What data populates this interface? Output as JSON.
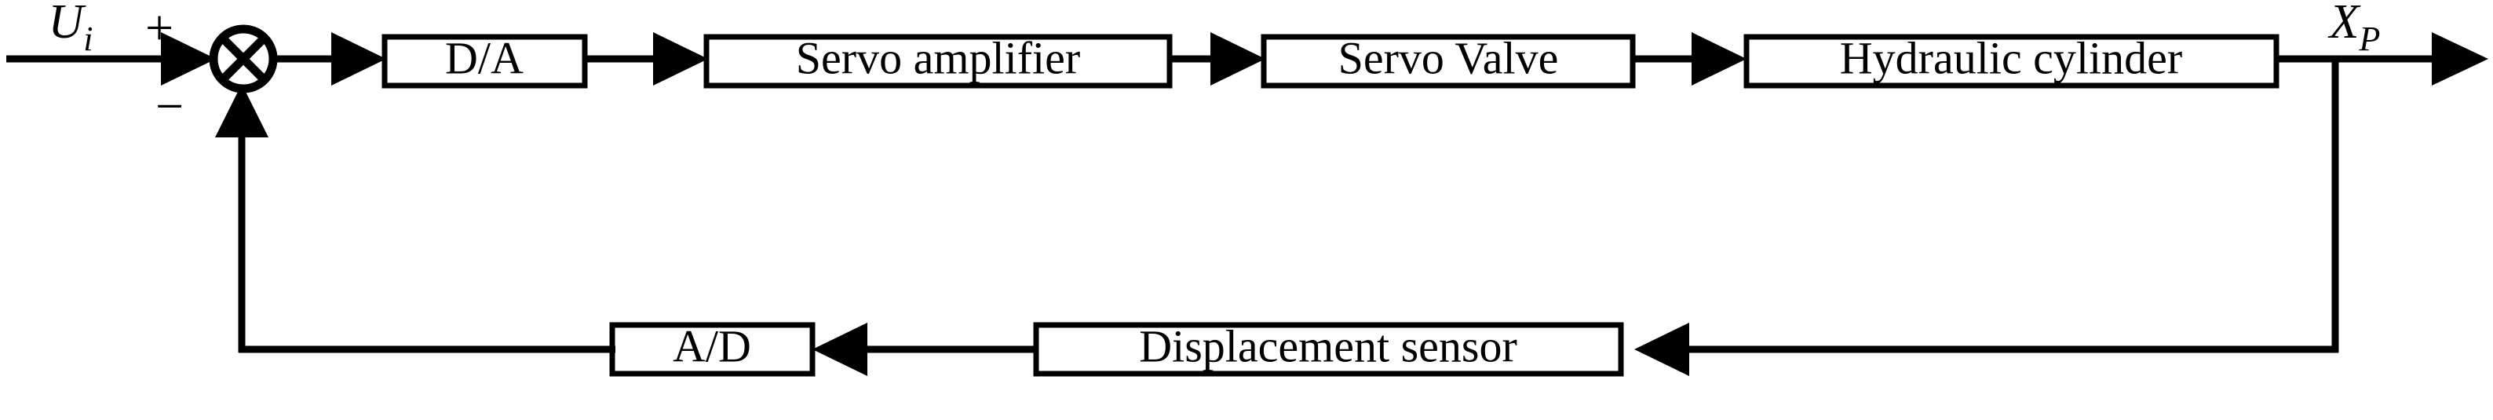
{
  "diagram": {
    "type": "control-system-block-diagram",
    "title": "Hydraulic servo closed-loop control block diagram",
    "background_color": "#ffffff",
    "line_color": "#000000",
    "signals": {
      "input": {
        "symbol": "U",
        "subscript": "i",
        "full": "Ui"
      },
      "output": {
        "symbol": "X",
        "subscript": "P",
        "full": "XP"
      }
    },
    "summing_junction": {
      "name": "summing-junction",
      "style": "circle-with-cross",
      "plus_sign": "+",
      "minus_sign": "−"
    },
    "forward_path_blocks": [
      {
        "id": "da",
        "label": "D/A"
      },
      {
        "id": "servo-amplifier",
        "label": "Servo amplifier"
      },
      {
        "id": "servo-valve",
        "label": "Servo Valve"
      },
      {
        "id": "hydraulic-cylinder",
        "label": "Hydraulic cylinder"
      }
    ],
    "feedback_path_blocks": [
      {
        "id": "ad",
        "label": "A/D"
      },
      {
        "id": "displacement-sensor",
        "label": "Displacement sensor"
      }
    ]
  }
}
